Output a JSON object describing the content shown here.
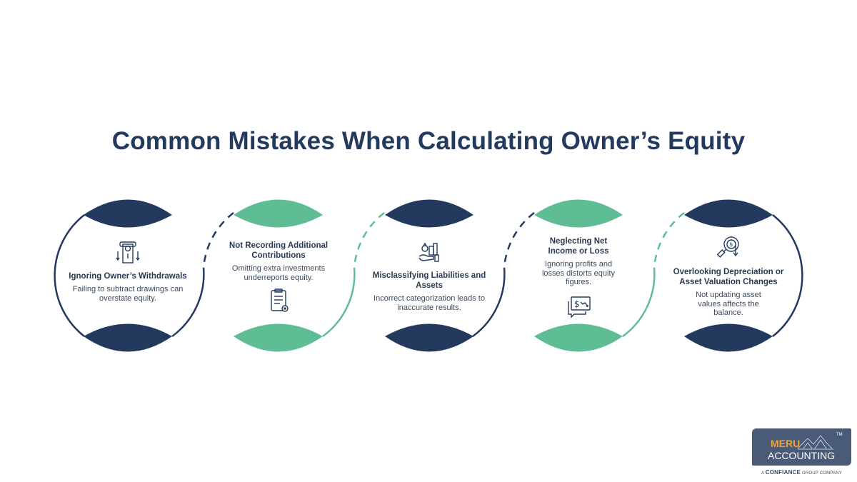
{
  "title": "Common Mistakes When Calculating Owner’s Equity",
  "colors": {
    "navy": "#233a5e",
    "green": "#5fbd95",
    "text": "#3d4a5c",
    "logo_bg": "#4a5b78",
    "logo_accent": "#f2a52a"
  },
  "steps": [
    {
      "icon": "atm-withdrawal-icon",
      "heading": "Ignoring Owner’s Withdrawals",
      "description": "Failing to subtract drawings can overstate equity.",
      "accent": "navy"
    },
    {
      "icon": "clipboard-x-icon",
      "heading": "Not Recording Additional Contributions",
      "description": "Omitting extra investments underreports equity.",
      "accent": "green"
    },
    {
      "icon": "hand-assets-icon",
      "heading": "Misclassifying Liabilities and Assets",
      "description": "Incorrect categorization leads to inaccurate results.",
      "accent": "navy"
    },
    {
      "icon": "dollar-decline-icon",
      "heading": "Neglecting Net Income or Loss",
      "description": "Ignoring profits and losses distorts equity figures.",
      "accent": "green"
    },
    {
      "icon": "magnifier-depreciation-icon",
      "heading": "Overlooking Depreciation or Asset Valuation Changes",
      "description": "Not updating asset values affects the balance.",
      "accent": "navy"
    }
  ],
  "logo": {
    "brand_top": "MERU",
    "brand_bottom": "ACCOUNTING",
    "trademark": "TM",
    "tagline_prefix": "A",
    "tagline_brand": "CONFIANCE",
    "tagline_suffix": "GROUP COMPANY"
  }
}
